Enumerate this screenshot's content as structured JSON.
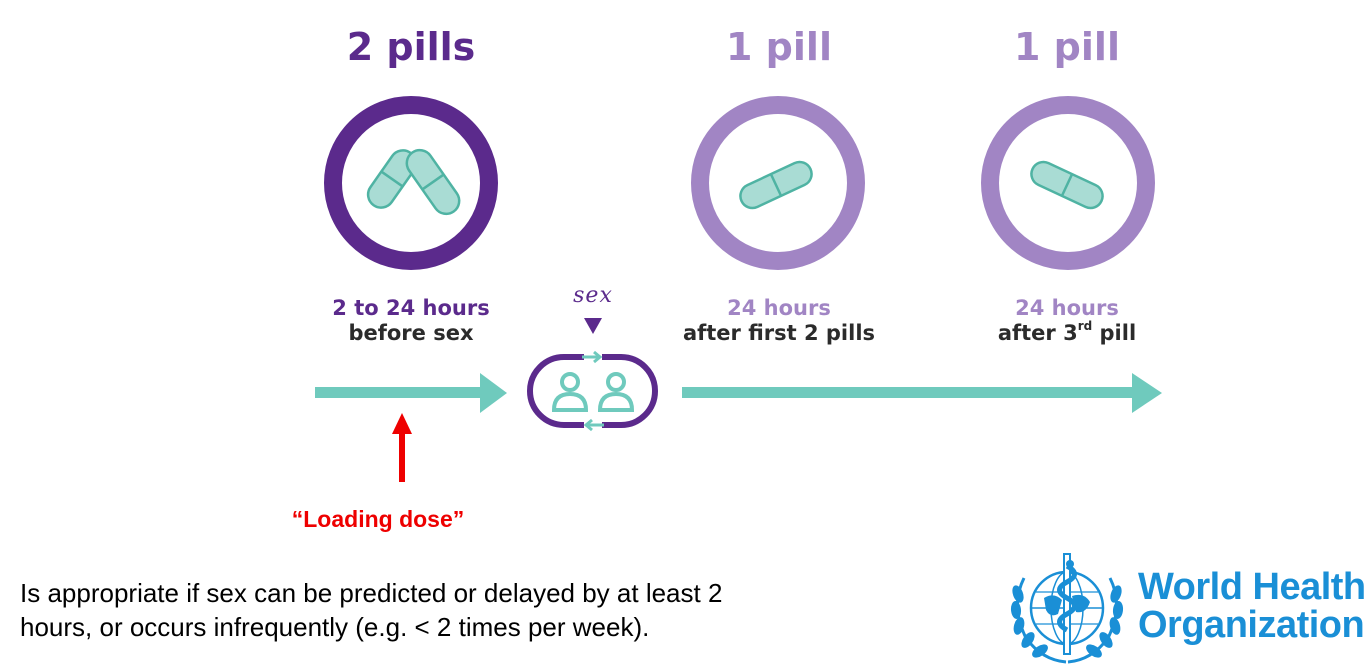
{
  "doses": [
    {
      "title": "2 pills",
      "timing": "2 to 24 hours",
      "description": "before sex",
      "pill_count": 2,
      "color": "#5b2a8c"
    },
    {
      "title": "1 pill",
      "timing": "24 hours",
      "description": "after first 2 pills",
      "pill_count": 1,
      "color": "#a185c4"
    },
    {
      "title": "1 pill",
      "timing": "24 hours",
      "description_prefix": "after 3",
      "description_sup": "rd",
      "description_suffix": " pill",
      "pill_count": 1,
      "color": "#a185c4"
    }
  ],
  "sex_marker": {
    "label": "sex",
    "icon": "couple-icon"
  },
  "annotation": {
    "label": "“Loading dose”",
    "color": "#ee0000"
  },
  "footnote": {
    "line1": "Is appropriate if sex can be predicted or delayed by at least 2",
    "line2": "hours, or occurs infrequently (e.g. < 2 times per week)."
  },
  "organization": {
    "name_line1": "World Health",
    "name_line2": "Organization",
    "color": "#1a8fd6",
    "emblem": "who-emblem-icon"
  },
  "colors": {
    "dark_purple": "#5b2a8c",
    "light_purple": "#a185c4",
    "teal": "#6fcabd",
    "pill_fill": "#a9dcd4",
    "pill_stroke": "#4fb3a3"
  }
}
